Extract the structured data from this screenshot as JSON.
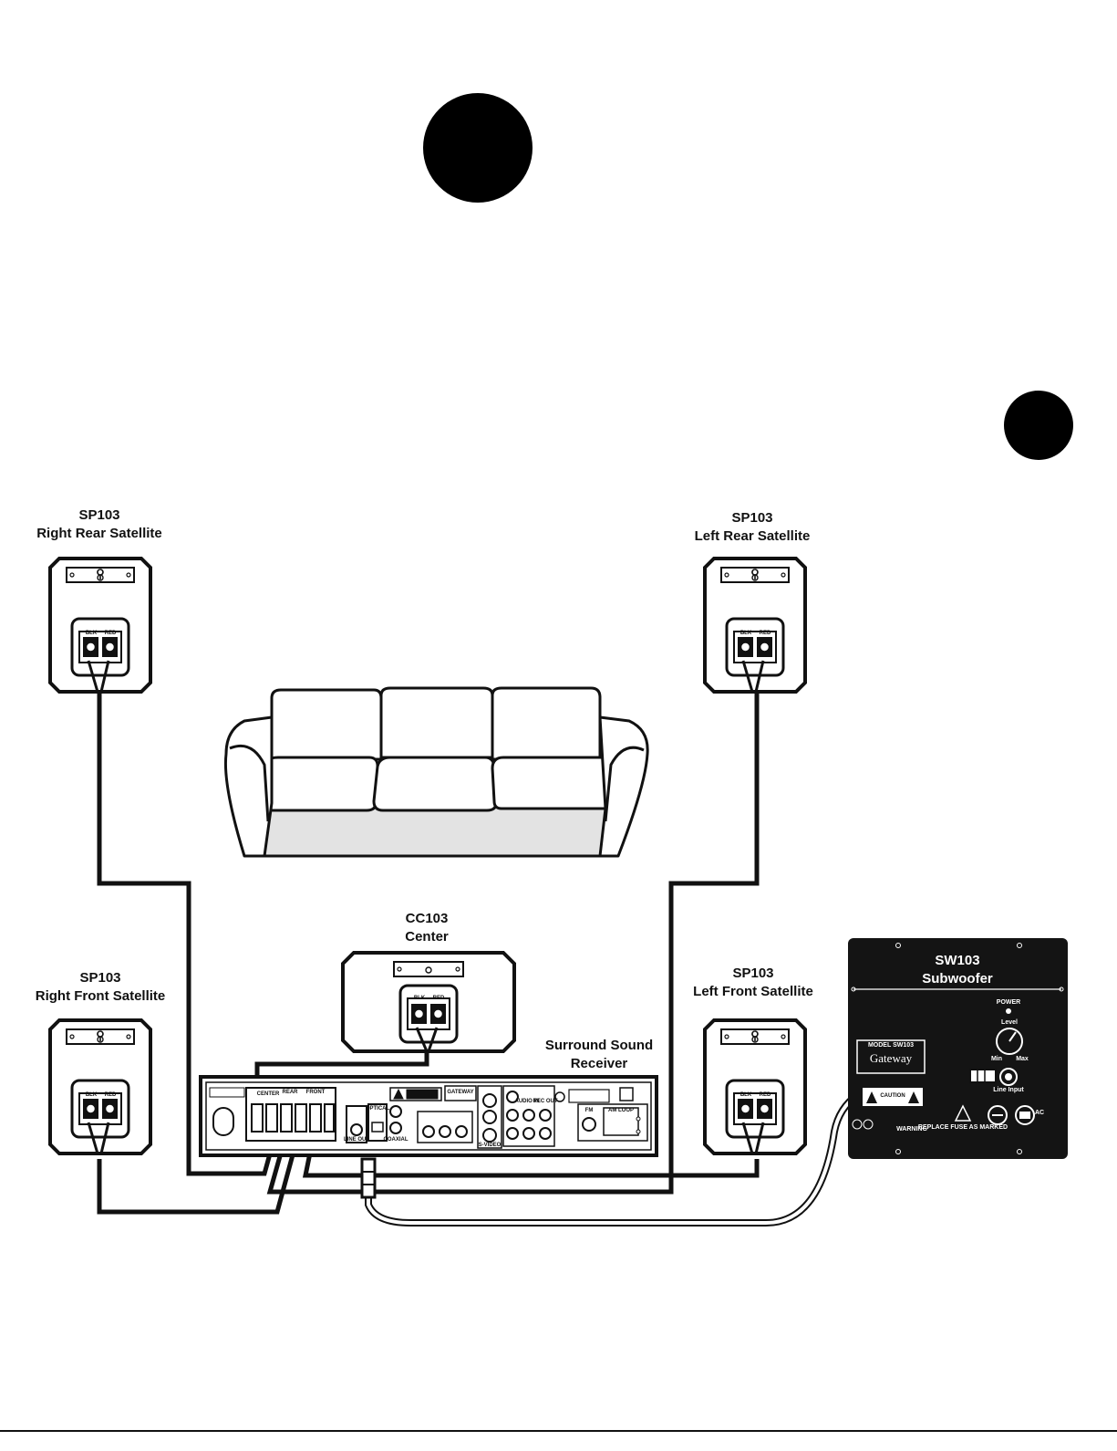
{
  "speakers": {
    "right_rear": {
      "model": "SP103",
      "name": "Right Rear Satellite"
    },
    "left_rear": {
      "model": "SP103",
      "name": "Left Rear Satellite"
    },
    "right_front": {
      "model": "SP103",
      "name": "Right Front Satellite"
    },
    "left_front": {
      "model": "SP103",
      "name": "Left Front Satellite"
    },
    "center": {
      "model": "CC103",
      "name": "Center"
    }
  },
  "terminal_labels": {
    "black": "BLK",
    "red": "RED"
  },
  "receiver": {
    "label_line1": "Surround Sound",
    "label_line2": "Receiver",
    "brand": "GATEWAY",
    "speaker_section": [
      "CENTER",
      "REAR",
      "FRONT"
    ],
    "jacks": [
      "LINE OUT",
      "OPTICAL",
      "COAXIAL",
      "S-VIDEO",
      "AUDIO IN",
      "REC OUT",
      "FM",
      "AM LOOP"
    ]
  },
  "subwoofer": {
    "model": "SW103",
    "name": "Subwoofer",
    "power_label": "POWER",
    "level_label": "Level",
    "min_label": "Min",
    "max_label": "Max",
    "line_input_label": "Line Input",
    "model_plate": "MODEL SW103",
    "brand": "Gateway",
    "fuse_note": "REPLACE FUSE AS MARKED",
    "caution_label": "CAUTION",
    "warning_label": "WARNING",
    "ac_label": "AC"
  },
  "colors": {
    "ink": "#111111",
    "sofa_shade": "#e3e3e3",
    "subwoofer_panel": "#141414"
  }
}
